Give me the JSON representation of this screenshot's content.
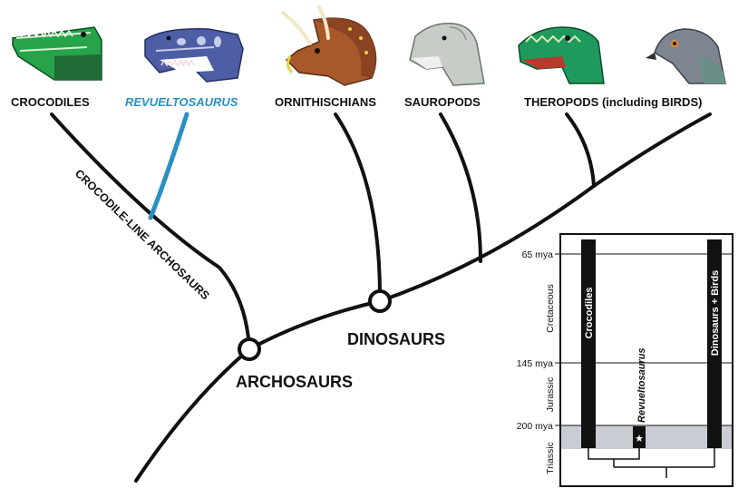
{
  "taxa": {
    "crocodiles": "CROCODILES",
    "revueltosaurus": "REVUELTOSAURUS",
    "ornithischians": "ORNITHISCHIANS",
    "sauropods": "SAUROPODS",
    "theropods": "THEROPODS (including BIRDS)"
  },
  "clades": {
    "archosaurs": "ARCHOSAURS",
    "dinosaurs": "DINOSAURS",
    "crocodile_line": "CROCODILE-LINE ARCHOSAURS"
  },
  "timeline": {
    "ticks": [
      "65 mya",
      "145 mya",
      "200 mya"
    ],
    "periods": [
      "Cretaceous",
      "Jurassic",
      "Triassic"
    ],
    "bars": {
      "crocodiles": "Crocodiles",
      "dinosaurs_birds": "Dinosaurs + Birds",
      "revueltosaurus": "Revueltosaurus"
    },
    "star": "★"
  },
  "colors": {
    "revueltosaurus_branch": "#2a8fc4",
    "triassic_band": "#c9ccd3"
  },
  "icons": [
    "crocodile-head-icon",
    "revueltosaurus-head-icon",
    "triceratops-head-icon",
    "sauropod-head-icon",
    "theropod-head-icon",
    "pigeon-head-icon"
  ]
}
